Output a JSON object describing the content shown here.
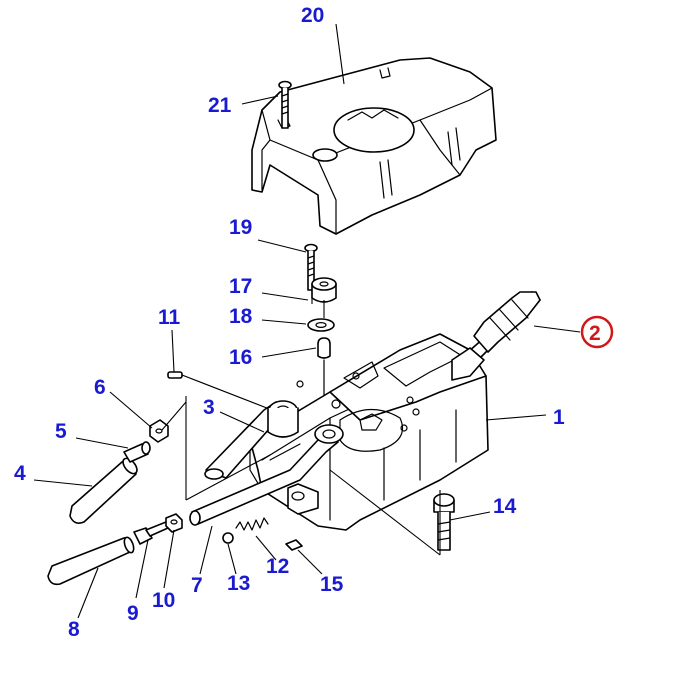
{
  "callouts": [
    {
      "id": "1",
      "text": "1"
    },
    {
      "id": "2",
      "text": "2",
      "highlighted": true
    },
    {
      "id": "3",
      "text": "3"
    },
    {
      "id": "4",
      "text": "4"
    },
    {
      "id": "5",
      "text": "5"
    },
    {
      "id": "6",
      "text": "6"
    },
    {
      "id": "7",
      "text": "7"
    },
    {
      "id": "8",
      "text": "8"
    },
    {
      "id": "9",
      "text": "9"
    },
    {
      "id": "10",
      "text": "10"
    },
    {
      "id": "11",
      "text": "11"
    },
    {
      "id": "12",
      "text": "12"
    },
    {
      "id": "13",
      "text": "13"
    },
    {
      "id": "14",
      "text": "14"
    },
    {
      "id": "15",
      "text": "15"
    },
    {
      "id": "16",
      "text": "16"
    },
    {
      "id": "17",
      "text": "17"
    },
    {
      "id": "18",
      "text": "18"
    },
    {
      "id": "19",
      "text": "19"
    },
    {
      "id": "20",
      "text": "20"
    },
    {
      "id": "21",
      "text": "21"
    }
  ],
  "colors": {
    "callout_text": "#1a1ad0",
    "highlight": "#d01818",
    "linework": "#000000",
    "background": "#ffffff"
  }
}
